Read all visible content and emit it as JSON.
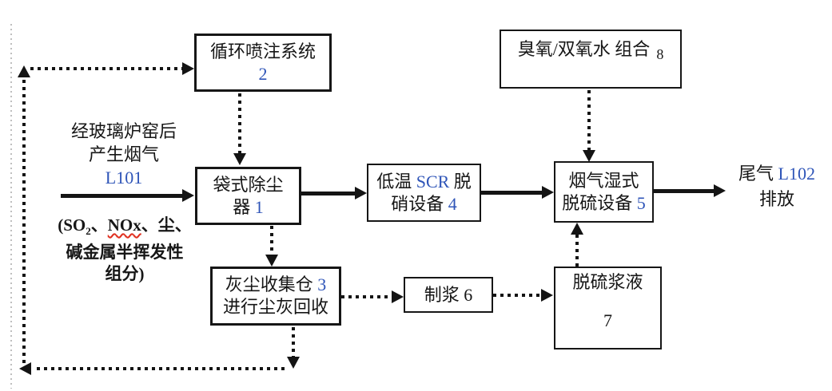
{
  "colors": {
    "accent_blue": "#2f55b8",
    "nox_underline_red": "#e03020",
    "line_black": "#141414"
  },
  "boxes": {
    "circulation_injection": {
      "line1": "循环喷注系统",
      "number": "2"
    },
    "ozone_peroxide": {
      "line1": "臭氧/双氧水 组合",
      "number": "8"
    },
    "bag_filter": {
      "line1": "袋式除尘",
      "line2_prefix": "器 ",
      "number": "1"
    },
    "scr_denitrification": {
      "line1_pre": "低温 ",
      "line1_code": "SCR",
      "line1_post": " 脱",
      "line2_prefix": "硝设备 ",
      "number": "4"
    },
    "wet_desulfurization": {
      "line1": "烟气湿式",
      "line2_prefix": "脱硫设备 ",
      "number": "5"
    },
    "dust_collection": {
      "line1_prefix": "灰尘收集仓 ",
      "number": "3",
      "line2": "进行尘灰回收"
    },
    "slurry_preparation": {
      "label": "制浆 6"
    },
    "desulfurization_slurry": {
      "line1": "脱硫浆液",
      "number": "7"
    }
  },
  "labels": {
    "inlet": {
      "line1": "经玻璃炉窑后",
      "line2": "产生烟气",
      "code": "L101"
    },
    "inlet_components": {
      "p1": "(SO",
      "sub": "2",
      "sep1": "、",
      "nox": "NOx",
      "p2": "、尘、",
      "line2": "碱金属半挥发性",
      "line3": "组分)"
    },
    "outlet": {
      "prefix": "尾气 ",
      "code": "L102",
      "line2": "排放"
    }
  }
}
